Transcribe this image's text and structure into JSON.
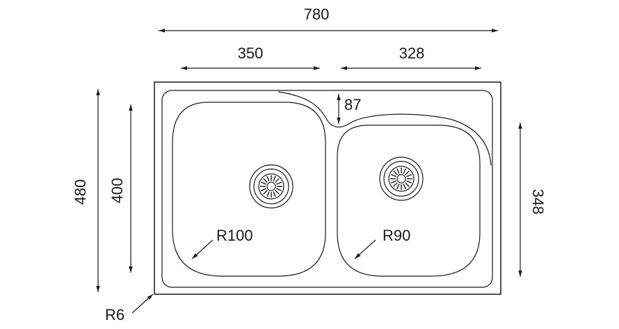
{
  "dimensions": {
    "overall_width": "780",
    "left_bowl_width": "350",
    "right_bowl_width": "328",
    "overall_height": "480",
    "left_bowl_height": "400",
    "right_bowl_height": "348",
    "rim_depth": "87",
    "left_bowl_radius": "R100",
    "right_bowl_radius": "R90",
    "corner_radius": "R6"
  }
}
